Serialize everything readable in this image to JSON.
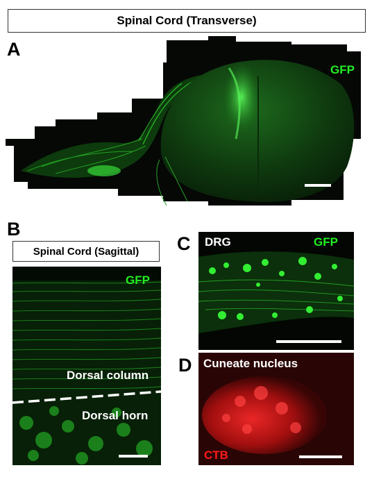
{
  "header": {
    "title": "Spinal Cord (Transverse)"
  },
  "panel_a": {
    "letter": "A",
    "label": "GFP"
  },
  "panel_b": {
    "letter": "B",
    "title": "Spinal Cord (Sagittal)",
    "label": "GFP",
    "region_upper": "Dorsal column",
    "region_lower": "Dorsal horn"
  },
  "panel_c": {
    "letter": "C",
    "label_left": "DRG",
    "label_right": "GFP"
  },
  "panel_d": {
    "letter": "D",
    "label_top": "Cuneate nucleus",
    "label_bottom": "CTB"
  },
  "colors": {
    "gfp": "#22ee22",
    "ctb": "#ff1a1a",
    "background": "#050805"
  }
}
